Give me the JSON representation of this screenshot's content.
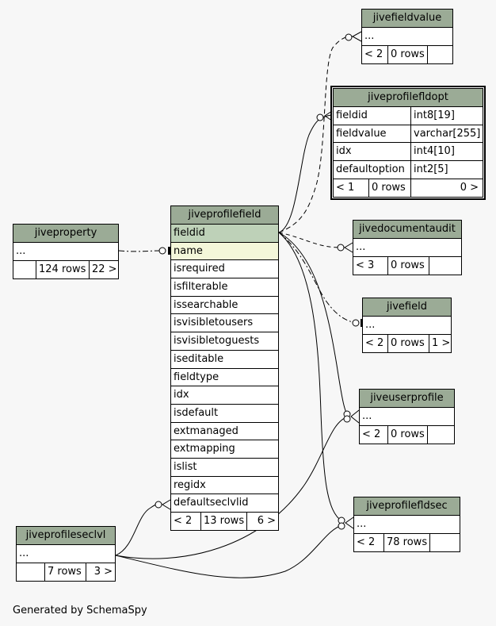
{
  "tables": {
    "jivefieldvalue": {
      "name": "jivefieldvalue",
      "rows": [
        "..."
      ],
      "foot": [
        "< 2",
        "0 rows",
        ""
      ]
    },
    "jiveprofilefldopt": {
      "name": "jiveprofilefldopt",
      "columns": [
        {
          "name": "fieldid",
          "type": "int8[19]"
        },
        {
          "name": "fieldvalue",
          "type": "varchar[255]"
        },
        {
          "name": "idx",
          "type": "int4[10]"
        },
        {
          "name": "defaultoption",
          "type": "int2[5]"
        }
      ],
      "foot": [
        "< 1",
        "0 rows",
        "0 >"
      ]
    },
    "jiveproperty": {
      "name": "jiveproperty",
      "rows": [
        "..."
      ],
      "foot": [
        "",
        "124 rows",
        "22 >"
      ]
    },
    "jiveprofilefield": {
      "name": "jiveprofilefield",
      "columns": [
        "fieldid",
        "name",
        "isrequired",
        "isfilterable",
        "issearchable",
        "isvisibletousers",
        "isvisibletoguests",
        "iseditable",
        "fieldtype",
        "idx",
        "isdefault",
        "extmanaged",
        "extmapping",
        "islist",
        "regidx",
        "defaultseclvlid"
      ],
      "foot": [
        "< 2",
        "13 rows",
        "6 >"
      ]
    },
    "jivedocumentaudit": {
      "name": "jivedocumentaudit",
      "rows": [
        "..."
      ],
      "foot": [
        "< 3",
        "0 rows",
        ""
      ]
    },
    "jivefield": {
      "name": "jivefield",
      "rows": [
        "..."
      ],
      "foot": [
        "< 2",
        "0 rows",
        "1 >"
      ]
    },
    "jiveuserprofile": {
      "name": "jiveuserprofile",
      "rows": [
        "..."
      ],
      "foot": [
        "< 2",
        "0 rows",
        ""
      ]
    },
    "jiveprofileseclvl": {
      "name": "jiveprofileseclvl",
      "rows": [
        "..."
      ],
      "foot": [
        "",
        "7 rows",
        "3 >"
      ]
    },
    "jiveprofilefldsec": {
      "name": "jiveprofilefldsec",
      "rows": [
        "..."
      ],
      "foot": [
        "< 2",
        "78 rows",
        ""
      ]
    }
  },
  "credit": "Generated by SchemaSpy",
  "colors": {
    "header": "#9bab96",
    "primary_key": "#bed1b8",
    "indexed": "#f4f7da",
    "background": "#f7f7f7"
  }
}
